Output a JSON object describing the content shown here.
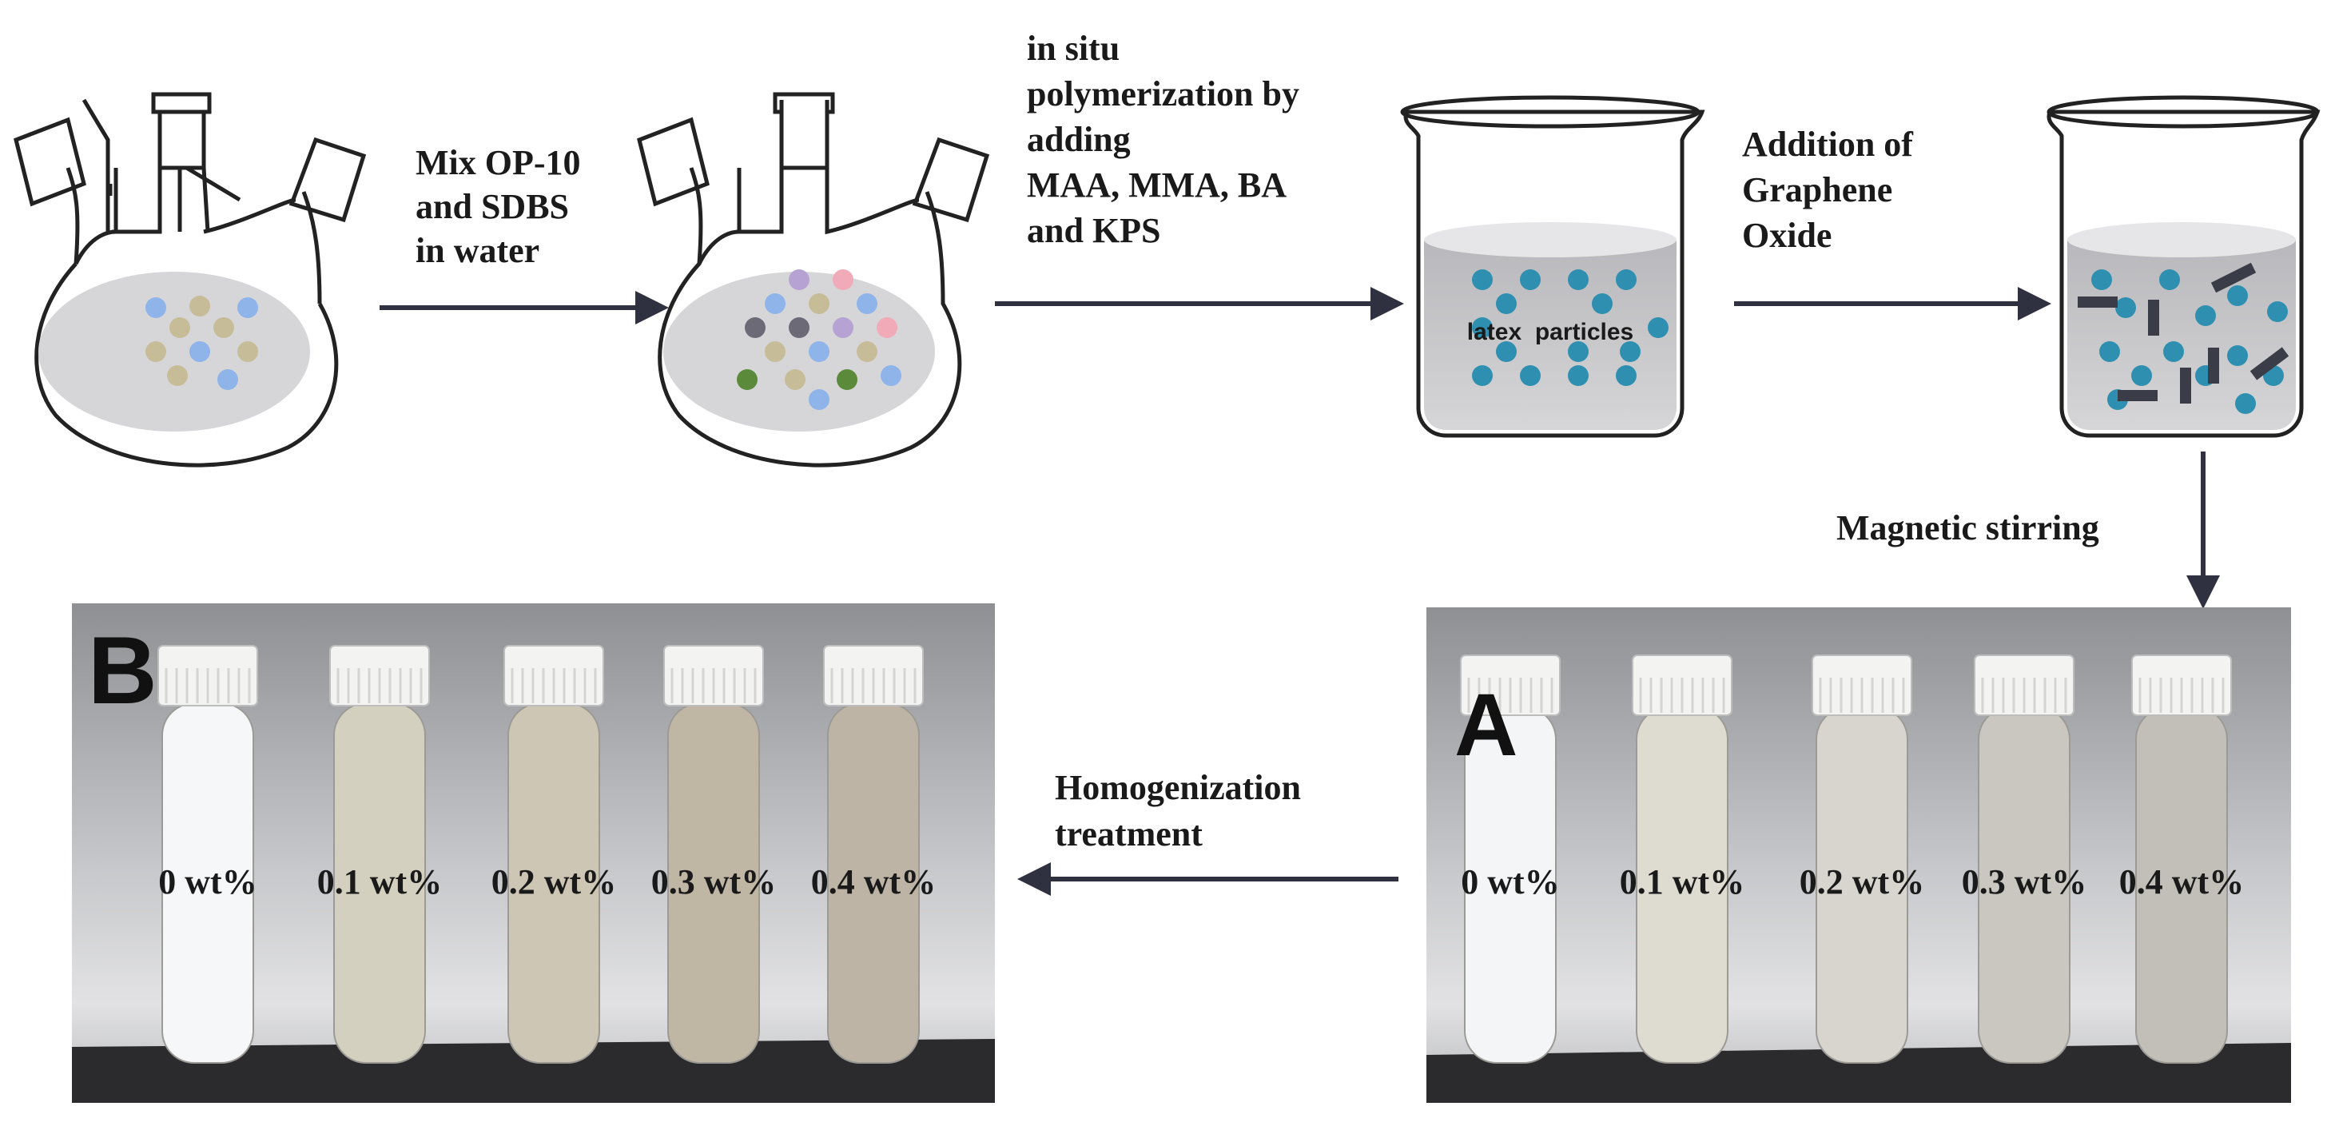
{
  "steps": {
    "step1": {
      "lines": [
        "Mix OP-10",
        "and SDBS",
        "in water"
      ]
    },
    "step2": {
      "lines": [
        "in situ",
        "polymerization by",
        "adding",
        "MAA, MMA, BA",
        "and KPS"
      ]
    },
    "step3": {
      "lines": [
        "Addition of",
        "Graphene",
        "Oxide"
      ]
    },
    "step4": {
      "label": "Magnetic stirring"
    },
    "step5": {
      "lines": [
        "Homogenization",
        "treatment"
      ]
    }
  },
  "beaker1": {
    "label": "latex  particles"
  },
  "panel_a": {
    "letter": "A",
    "tubes": [
      "0 wt%",
      "0.1 wt%",
      "0.2 wt%",
      "0.3 wt%",
      "0.4 wt%"
    ]
  },
  "panel_b": {
    "letter": "B",
    "tubes": [
      "0 wt%",
      "0.1 wt%",
      "0.2 wt%",
      "0.3 wt%",
      "0.4 wt%"
    ]
  },
  "colors": {
    "arrow": "#2f3140",
    "particle_blue": "#8fb4ea",
    "particle_tan": "#c7bc98",
    "particle_purple": "#b7a2d4",
    "particle_pink": "#f0aab8",
    "particle_gray": "#6d6a78",
    "particle_green": "#5b8a3a",
    "latex_particle": "#2f8fb0",
    "graphene_oxide": "#3a3d48",
    "tube_colors_a": [
      "#f4f5f7",
      "#dedbd0",
      "#d7d5cd",
      "#c9c7c0",
      "#c2bfb9"
    ],
    "tube_colors_b": [
      "#f6f7f8",
      "#d4d0c0",
      "#cdc6b4",
      "#c0b6a4",
      "#bdb4a6"
    ]
  }
}
